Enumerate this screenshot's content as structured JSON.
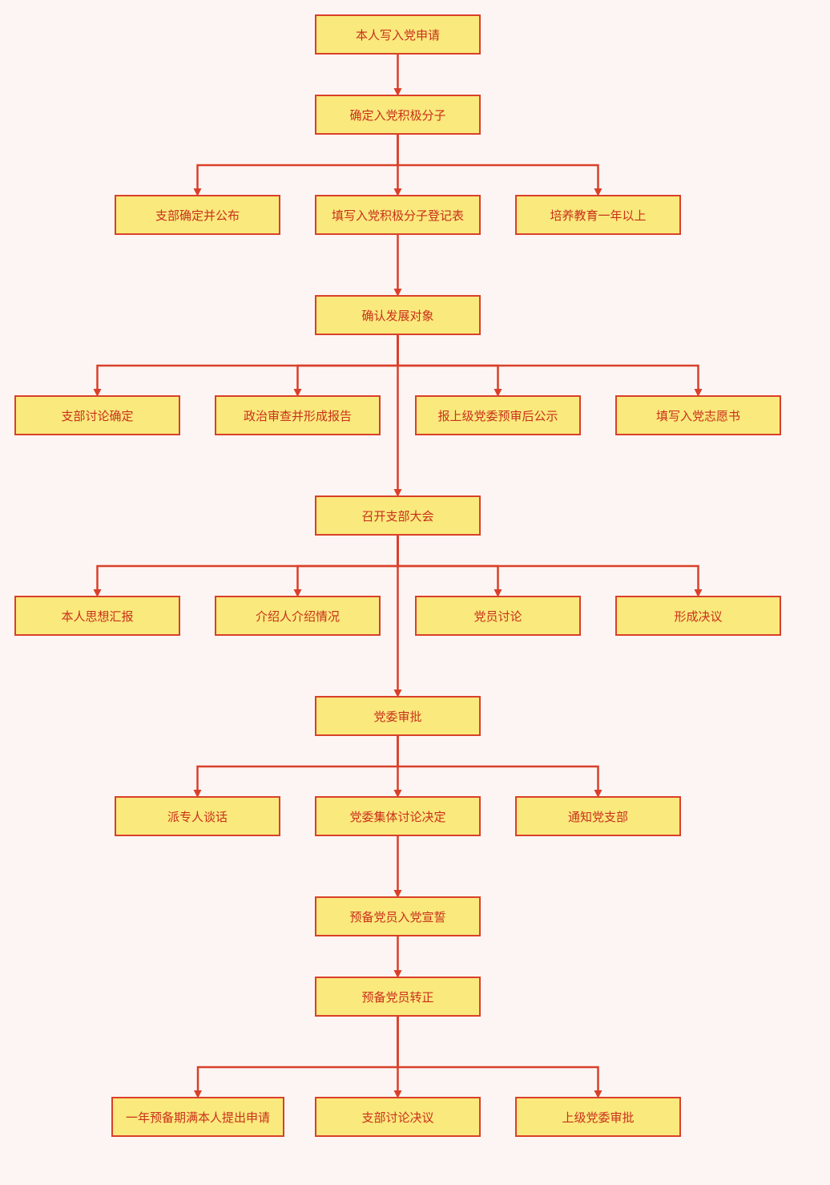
{
  "colors": {
    "background": "#fdf5f3",
    "node_fill": "#fae97c",
    "node_border": "#d9402a",
    "text": "#c9301c",
    "connector": "#d9402a"
  },
  "nodes": [
    {
      "id": "n1",
      "label": "本人写入党申请"
    },
    {
      "id": "n2",
      "label": "确定入党积极分子"
    },
    {
      "id": "n3",
      "label": "支部确定并公布"
    },
    {
      "id": "n4",
      "label": "填写入党积极分子登记表"
    },
    {
      "id": "n5",
      "label": "培养教育一年以上"
    },
    {
      "id": "n6",
      "label": "确认发展对象"
    },
    {
      "id": "n7",
      "label": "支部讨论确定"
    },
    {
      "id": "n8",
      "label": "政治审查并形成报告"
    },
    {
      "id": "n9",
      "label": "报上级党委预审后公示"
    },
    {
      "id": "n10",
      "label": "填写入党志愿书"
    },
    {
      "id": "n11",
      "label": "召开支部大会"
    },
    {
      "id": "n12",
      "label": "本人思想汇报"
    },
    {
      "id": "n13",
      "label": "介绍人介绍情况"
    },
    {
      "id": "n14",
      "label": "党员讨论"
    },
    {
      "id": "n15",
      "label": "形成决议"
    },
    {
      "id": "n16",
      "label": "党委审批"
    },
    {
      "id": "n17",
      "label": "派专人谈话"
    },
    {
      "id": "n18",
      "label": "党委集体讨论决定"
    },
    {
      "id": "n19",
      "label": "通知党支部"
    },
    {
      "id": "n20",
      "label": "预备党员入党宣誓"
    },
    {
      "id": "n21",
      "label": "预备党员转正"
    },
    {
      "id": "n22",
      "label": "一年预备期满本人提出申请"
    },
    {
      "id": "n23",
      "label": "支部讨论决议"
    },
    {
      "id": "n24",
      "label": "上级党委审批"
    }
  ],
  "edges": [
    {
      "from": "n1",
      "to": "n2"
    },
    {
      "from": "n2",
      "to": "n3"
    },
    {
      "from": "n2",
      "to": "n4"
    },
    {
      "from": "n2",
      "to": "n5"
    },
    {
      "from": "n4",
      "to": "n6"
    },
    {
      "from": "n6",
      "to": "n7"
    },
    {
      "from": "n6",
      "to": "n8"
    },
    {
      "from": "n6",
      "to": "n9"
    },
    {
      "from": "n6",
      "to": "n10"
    },
    {
      "from": "n6",
      "to": "n11"
    },
    {
      "from": "n11",
      "to": "n12"
    },
    {
      "from": "n11",
      "to": "n13"
    },
    {
      "from": "n11",
      "to": "n14"
    },
    {
      "from": "n11",
      "to": "n15"
    },
    {
      "from": "n11",
      "to": "n16"
    },
    {
      "from": "n16",
      "to": "n17"
    },
    {
      "from": "n16",
      "to": "n18"
    },
    {
      "from": "n16",
      "to": "n19"
    },
    {
      "from": "n18",
      "to": "n20"
    },
    {
      "from": "n20",
      "to": "n21"
    },
    {
      "from": "n21",
      "to": "n22"
    },
    {
      "from": "n21",
      "to": "n23"
    },
    {
      "from": "n21",
      "to": "n24"
    }
  ]
}
